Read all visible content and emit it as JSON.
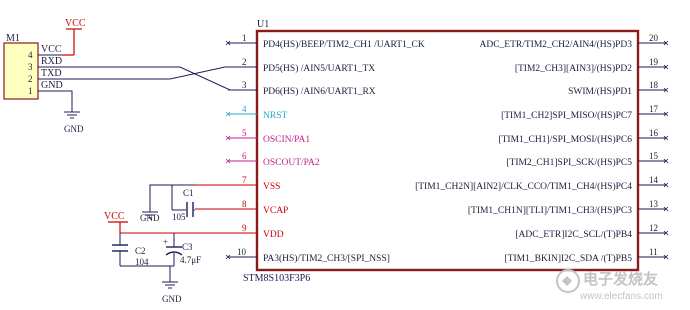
{
  "colors": {
    "chip_border": "#8b1a1a",
    "connector_fill": "#ffffc0",
    "wire": "#1c1c5a",
    "net_red": "#cc0000",
    "pin_cyan": "#2aa8c8",
    "pin_magenta": "#c0208c",
    "text": "#1c1c3c",
    "watermark": "#c4c4c4"
  },
  "icons": {
    "gnd": "ground-symbol-icon",
    "watermark_logo": "elecfans-logo-icon"
  },
  "connector": {
    "ref": "M1",
    "pins": [
      {
        "num": "4",
        "net": "VCC"
      },
      {
        "num": "3",
        "net": "RXD"
      },
      {
        "num": "2",
        "net": "TXD"
      },
      {
        "num": "1",
        "net": "GND"
      }
    ]
  },
  "power_labels": {
    "vcc_top": "VCC",
    "vcc_left": "VCC"
  },
  "ground_labels": [
    "GND",
    "GND",
    "GND"
  ],
  "chip": {
    "ref": "U1",
    "part": "STM8S103F3P6",
    "left_pins": [
      {
        "num": "1",
        "name": "PD4(HS)/BEEP/TIM2_CH1 /UART1_CK",
        "style": "normal"
      },
      {
        "num": "2",
        "name": "PD5(HS) /AIN5/UART1_TX",
        "style": "normal"
      },
      {
        "num": "3",
        "name": "PD6(HS) /AIN6/UART1_RX",
        "style": "normal"
      },
      {
        "num": "4",
        "name": "NRST",
        "style": "cyan"
      },
      {
        "num": "5",
        "name": "OSCIN/PA1",
        "style": "magenta"
      },
      {
        "num": "6",
        "name": "OSCOUT/PA2",
        "style": "magenta"
      },
      {
        "num": "7",
        "name": "VSS",
        "style": "red"
      },
      {
        "num": "8",
        "name": "VCAP",
        "style": "red"
      },
      {
        "num": "9",
        "name": "VDD",
        "style": "red"
      },
      {
        "num": "10",
        "name": "PA3(HS)/TIM2_CH3/[SPI_NSS]",
        "style": "normal"
      }
    ],
    "right_pins": [
      {
        "num": "20",
        "name": "ADC_ETR/TIM2_CH2/AIN4/(HS)PD3"
      },
      {
        "num": "19",
        "name": "[TIM2_CH3][AIN3]/(HS)PD2"
      },
      {
        "num": "18",
        "name": "SWIM/(HS)PD1"
      },
      {
        "num": "17",
        "name": "[TIM1_CH2]SPI_MISO/(HS)PC7"
      },
      {
        "num": "16",
        "name": "[TIM1_CH1]/SPI_MOSI/(HS)PC6"
      },
      {
        "num": "15",
        "name": "[TIM2_CH1]SPI_SCK/(HS)PC5"
      },
      {
        "num": "14",
        "name": "[TIM1_CH2N][AIN2]/CLK_CCO/TIM1_CH4/(HS)PC4"
      },
      {
        "num": "13",
        "name": "[TIM1_CH1N][TLI]/TIM1_CH3/(HS)PC3"
      },
      {
        "num": "12",
        "name": "[ADC_ETR]I2C_SCL/(T)PB4"
      },
      {
        "num": "11",
        "name": "[TIM1_BKIN]I2C_SDA /(T)PB5"
      }
    ]
  },
  "capacitors": [
    {
      "ref": "C1",
      "value": "105"
    },
    {
      "ref": "C2",
      "value": "104"
    },
    {
      "ref": "C3",
      "value": "4.7μF"
    }
  ],
  "watermark": {
    "cn": "电子发烧友",
    "url": "www.elecfans.com"
  }
}
